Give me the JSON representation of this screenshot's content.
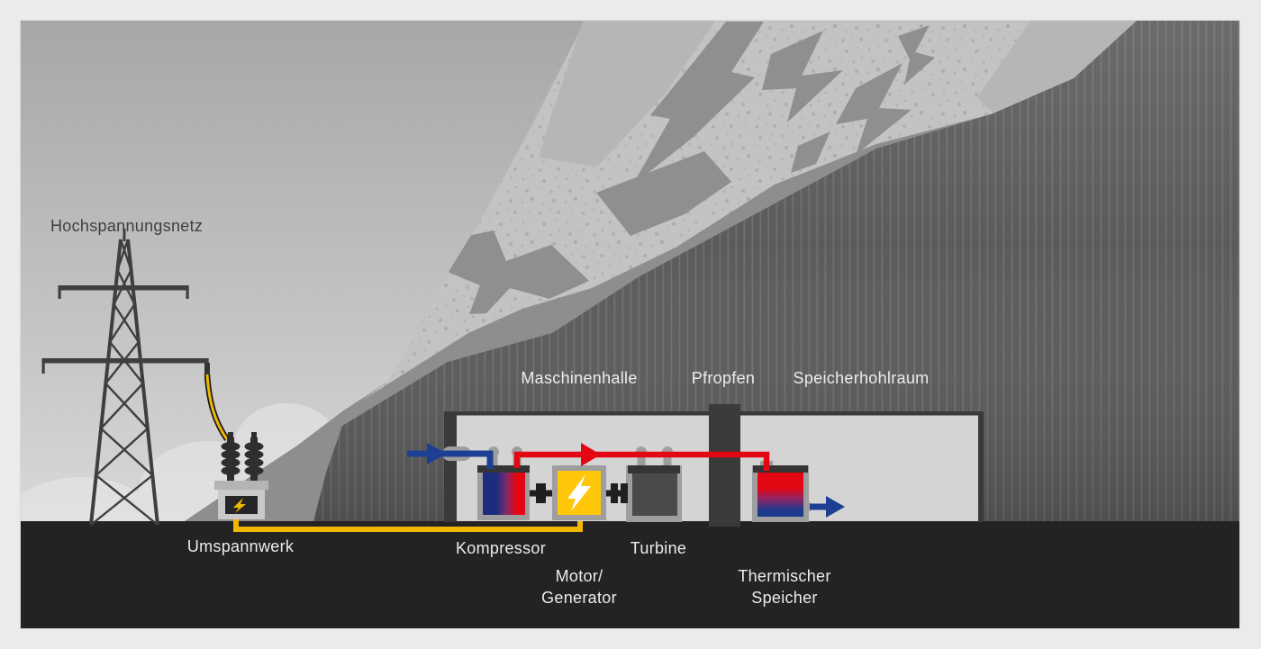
{
  "diagram": {
    "labels": {
      "grid": "Hochspannungsnetz",
      "substation": "Umspannwerk",
      "machine_hall": "Maschinenhalle",
      "plug": "Pfropfen",
      "storage_cavern": "Speicherhohlraum",
      "compressor": "Kompressor",
      "turbine": "Turbine",
      "motor_generator_line1": "Motor/",
      "motor_generator_line2": "Generator",
      "thermal_storage_line1": "Thermischer",
      "thermal_storage_line2": "Speicher"
    },
    "colors": {
      "hot_pipe": "#e30613",
      "cold_pipe": "#1c3f94",
      "power_cable": "#f0b800",
      "motor_yellow": "#ffc60a",
      "bolt_white": "#ffffff",
      "ground": "#232323",
      "hall_interior": "#d4d4d4",
      "structure_dark": "#3a3a3a",
      "rock_face": "#c3c3c3",
      "mountain_interior": "#5b5b5b",
      "label_light": "#ececec",
      "label_dark": "#3f3f3f"
    },
    "icons": {
      "transformer_panel": "lightning-bolt-icon",
      "motor_generator": "lightning-bolt-icon",
      "air_inlet": "arrow-right-icon",
      "hot_air_flow": "arrow-right-icon",
      "air_outlet": "arrow-right-icon"
    }
  }
}
